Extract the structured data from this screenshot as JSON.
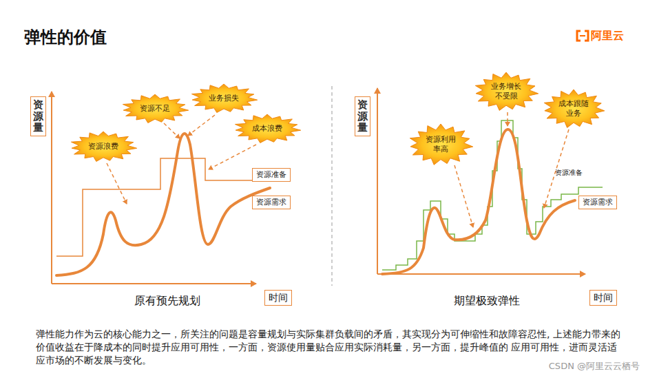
{
  "diagram": {
    "title": "弹性的价值",
    "caption": "弹性能力作为云的核心能力之一，所关注的问题是容量规划与实际集群负载间的矛盾，其实现分为可伸缩性和故障容忍性, 上述能力带来的价值收益在于降成本的同时提升应用可用性，一方面，资源使用量贴合应用实际消耗量，另一方面，提升峰值的 应用可用性，进而灵活适应市场的不断发展与变化。",
    "nodes": [
      {
        "text": [
          "资源量"
        ]
      },
      {
        "text": [
          "资源浪费"
        ]
      },
      {
        "text": [
          "资源不足"
        ]
      },
      {
        "text": [
          "业务损失"
        ]
      },
      {
        "text": [
          "成本浪费"
        ]
      },
      {
        "text": [
          "资源准备"
        ]
      },
      {
        "text": [
          "资源需求"
        ]
      },
      {
        "text": [
          "时间"
        ]
      },
      {
        "text": [
          "资源量"
        ]
      },
      {
        "text": [
          "资源利用 率高"
        ]
      },
      {
        "text": [
          "业务增长 不受限"
        ]
      },
      {
        "text": [
          "成本跟随 业务"
        ]
      },
      {
        "text": [
          "资源需求"
        ]
      },
      {
        "text": [
          "时间"
        ]
      }
    ],
    "labels": [
      "阿里云",
      "原有预先规划",
      "期望极致弹性",
      "资源准备",
      "CSDN @阿里云云栖号"
    ]
  }
}
